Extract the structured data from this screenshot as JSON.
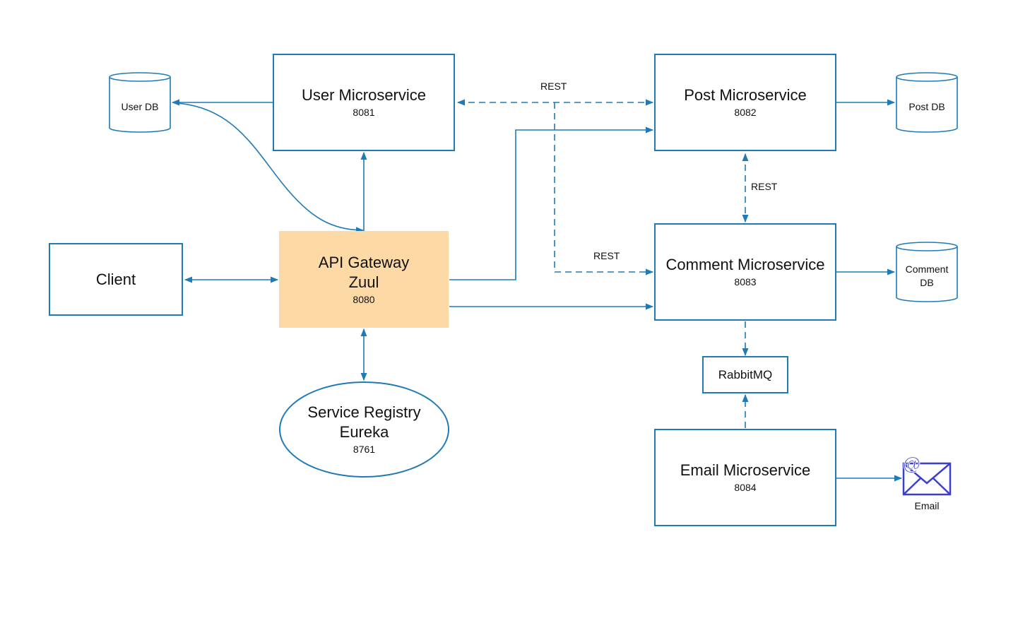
{
  "nodes": {
    "user_ms": {
      "title": "User Microservice",
      "port": "8081"
    },
    "post_ms": {
      "title": "Post Microservice",
      "port": "8082"
    },
    "comment_ms": {
      "title": "Comment Microservice",
      "port": "8083"
    },
    "email_ms": {
      "title": "Email Microservice",
      "port": "8084"
    },
    "gateway": {
      "title": "API Gateway",
      "subtitle": "Zuul",
      "port": "8080"
    },
    "registry": {
      "title": "Service Registry",
      "subtitle": "Eureka",
      "port": "8761"
    },
    "client": {
      "title": "Client"
    },
    "rabbitmq": {
      "title": "RabbitMQ"
    }
  },
  "databases": {
    "user_db": "User DB",
    "post_db": "Post DB",
    "comment_db_line1": "Comment",
    "comment_db_line2": "DB"
  },
  "email": {
    "label": "Email"
  },
  "edge_labels": {
    "user_post": "REST",
    "post_comment": "REST",
    "user_comment": "REST"
  },
  "colors": {
    "stroke": "#1f7ab8",
    "gateway_fill": "#fdd9a5",
    "email_icon": "#3b3fcf"
  }
}
